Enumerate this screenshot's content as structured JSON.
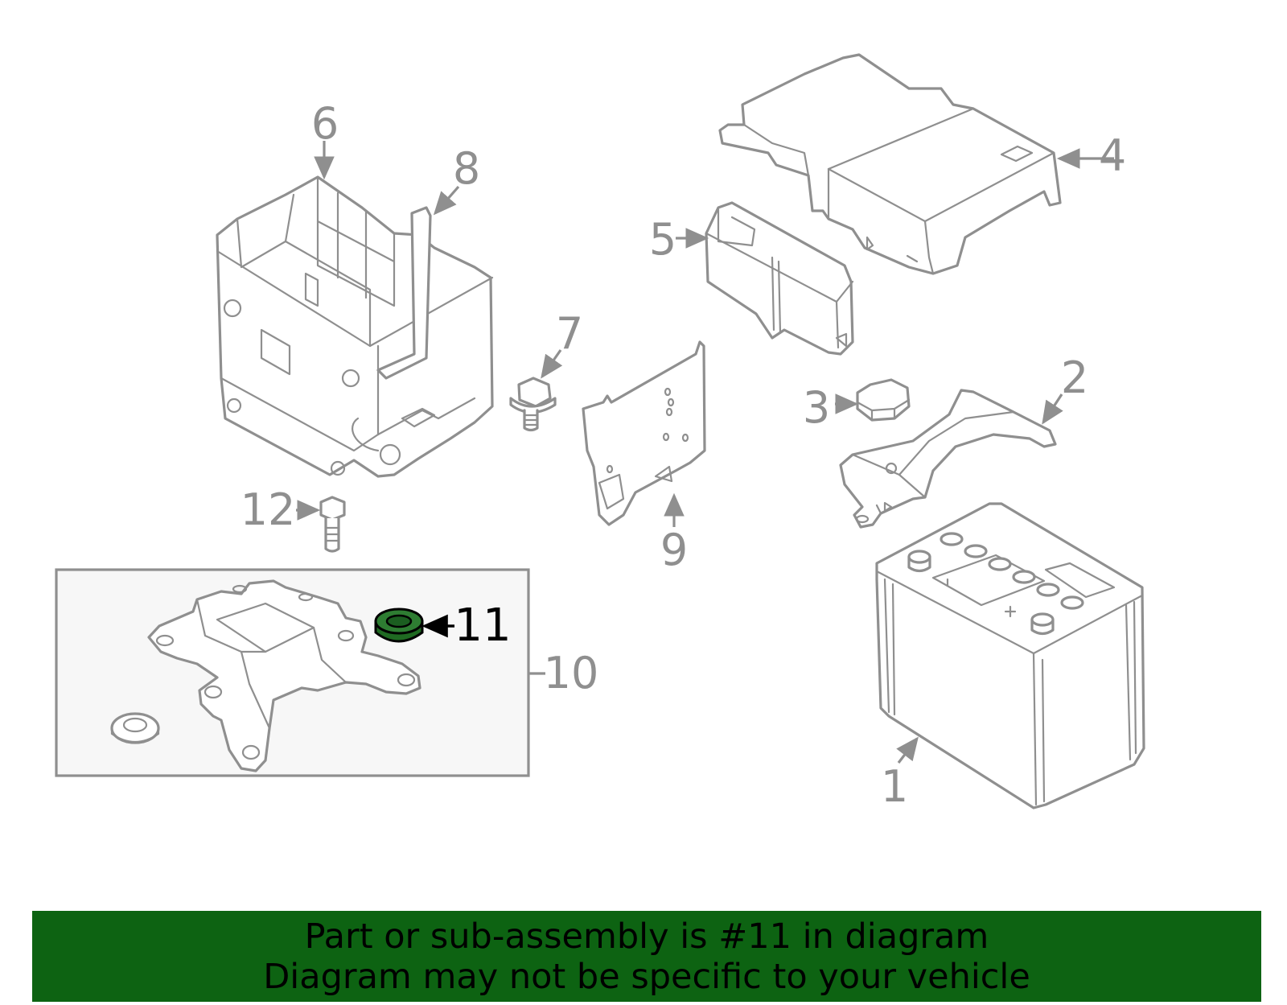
{
  "callouts": {
    "c1": "1",
    "c2": "2",
    "c3": "3",
    "c4": "4",
    "c5": "5",
    "c6": "6",
    "c7": "7",
    "c8": "8",
    "c9": "9",
    "c10": "10",
    "c11": "11",
    "c12": "12"
  },
  "highlight": {
    "part_number": "11",
    "color": "#0d6312"
  },
  "colors": {
    "line": "#8f8f8f",
    "inset_background": "#f7f7f7",
    "banner": "#0d6312"
  },
  "banner": {
    "line1": "Part or sub-assembly is #11 in diagram",
    "line2": "Diagram may not be specific to your vehicle"
  }
}
